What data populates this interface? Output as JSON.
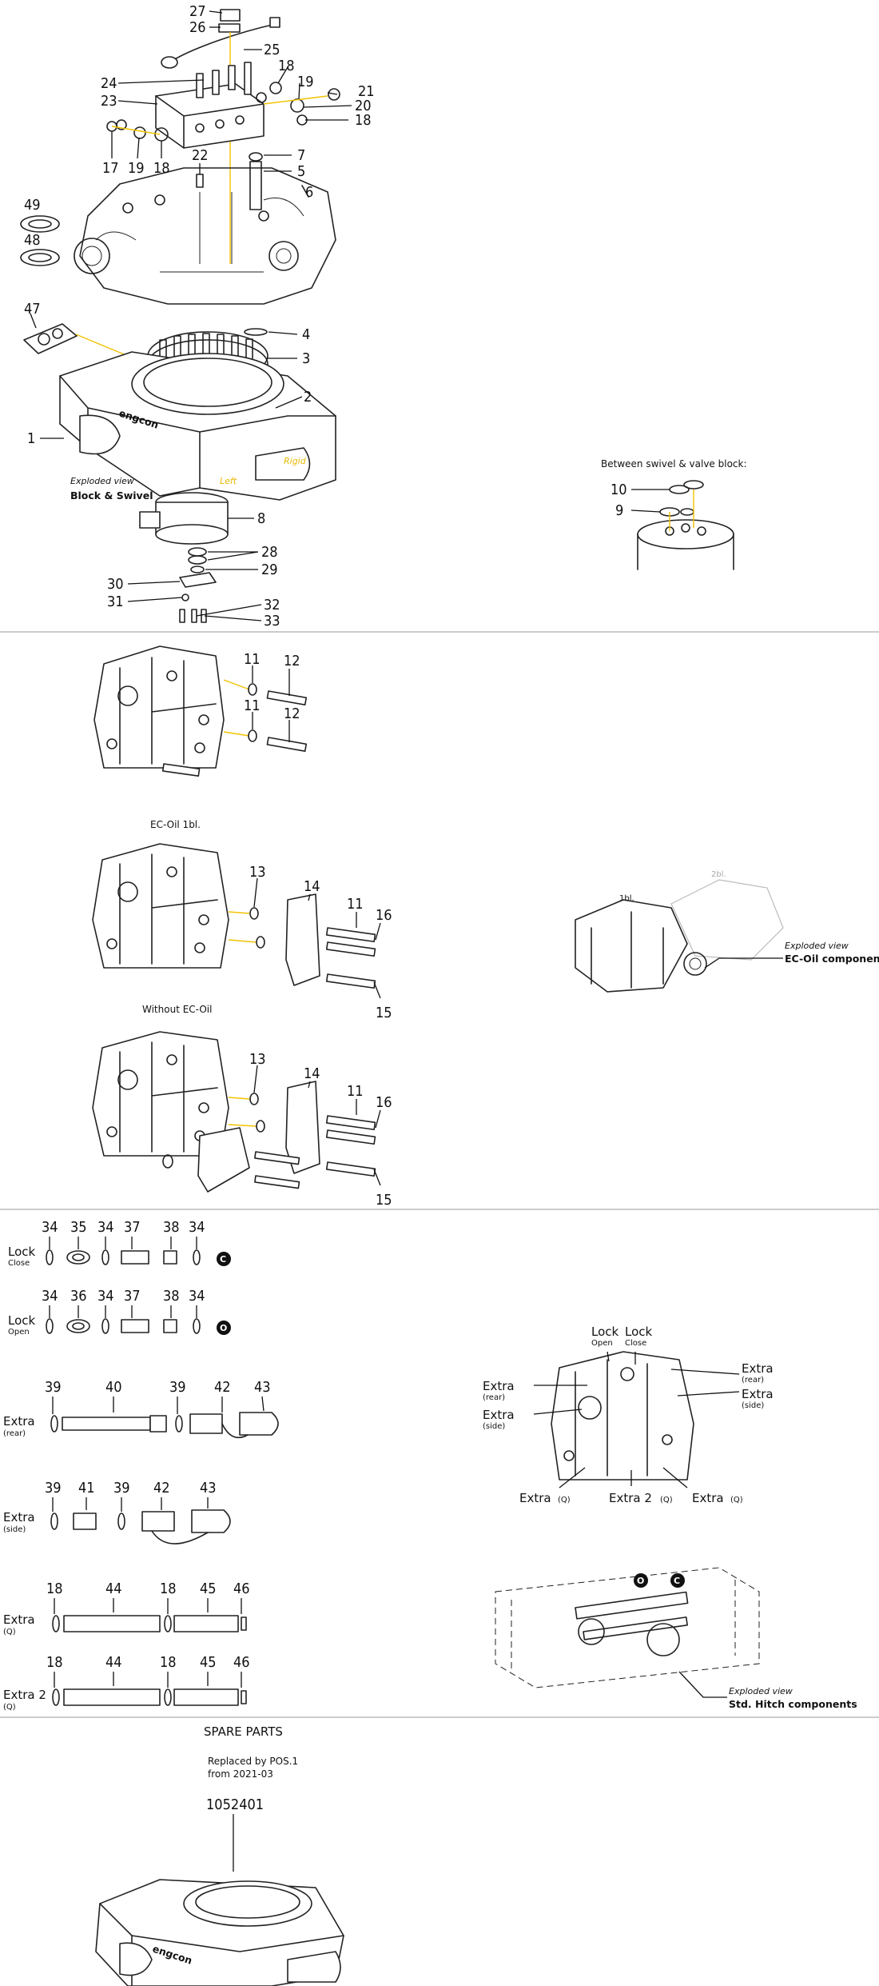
{
  "captions": {
    "exploded_view": "Exploded view",
    "block_swivel": "Block & Swivel",
    "between_swivel": "Between swivel & valve block:",
    "ec_oil_1bl": "EC-Oil 1bl.",
    "without_ec_oil": "Without EC-Oil",
    "ec_oil_components": "EC-Oil components",
    "std_hitch_components": "Std. Hitch components",
    "one_bl": "1bl.",
    "two_bl": "2bl.",
    "spare_parts": "SPARE PARTS",
    "replaced_by": "Replaced by POS.1",
    "from_date": "from 2021-03",
    "part_number": "1052401",
    "rigid": "Rigid",
    "left": "Left"
  },
  "lock_labels": {
    "lock_close_1": "Lock",
    "lock_close_2": "Close",
    "lock_open_1": "Lock",
    "lock_open_2": "Open",
    "badge_close": "C",
    "badge_open": "O"
  },
  "extra_labels": {
    "extra": "Extra",
    "extra2": "Extra 2",
    "rear": "(rear)",
    "side": "(side)",
    "q": "(Q)"
  },
  "callouts": {
    "s1": [
      "27",
      "26",
      "25",
      "24",
      "23",
      "18",
      "19",
      "21",
      "20",
      "18",
      "17",
      "19",
      "18",
      "22",
      "7",
      "5",
      "6",
      "49",
      "48",
      "47",
      "4",
      "3",
      "2",
      "1",
      "8",
      "28",
      "29",
      "30",
      "31",
      "32",
      "33",
      "10",
      "9"
    ],
    "s2": [
      "11",
      "12",
      "11",
      "12",
      "13",
      "14",
      "11",
      "16",
      "15",
      "13",
      "14",
      "11",
      "16",
      "15"
    ],
    "s3": [
      "34",
      "35",
      "34",
      "37",
      "38",
      "34",
      "34",
      "36",
      "34",
      "37",
      "38",
      "34",
      "39",
      "40",
      "39",
      "42",
      "43",
      "39",
      "41",
      "39",
      "42",
      "43",
      "18",
      "44",
      "18",
      "45",
      "46",
      "18",
      "44",
      "18",
      "45",
      "46"
    ]
  }
}
